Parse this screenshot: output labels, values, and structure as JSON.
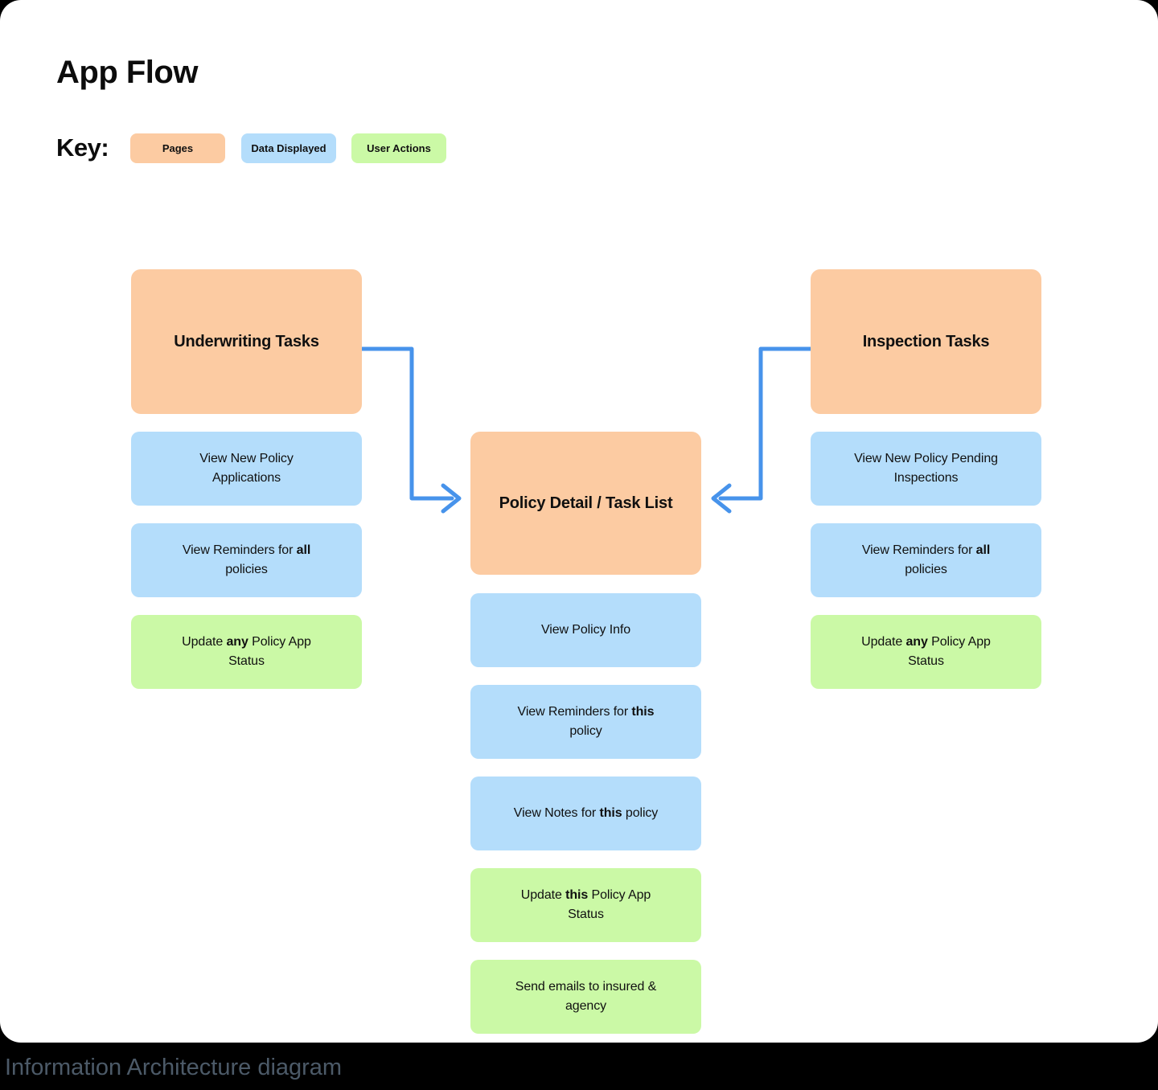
{
  "window": {
    "title": "App Flow",
    "caption": "Information Architecture diagram"
  },
  "key": {
    "label": "Key:",
    "items": [
      {
        "label": "Pages",
        "color": "#FCCBA2"
      },
      {
        "label": "Data Displayed",
        "color": "#B4DDFB"
      },
      {
        "label": "User Actions",
        "color": "#CBF9A6"
      }
    ]
  },
  "colors": {
    "pages_fill": "#FCCBA2",
    "data_fill": "#B4DDFB",
    "actions_fill": "#CBF9A6",
    "arrow": "#4793EB",
    "background": "#000000",
    "card": "#FFFFFF",
    "caption_text": "#4C5A68"
  },
  "diagram": {
    "left": {
      "title": "Underwriting Tasks",
      "items": [
        {
          "type": "data",
          "pre": "View New Policy Applications",
          "bold": "",
          "post": ""
        },
        {
          "type": "data",
          "pre": "View Reminders for ",
          "bold": "all",
          "post": " policies"
        },
        {
          "type": "action",
          "pre": "Update ",
          "bold": "any",
          "post": " Policy App Status"
        }
      ]
    },
    "center": {
      "title": "Policy Detail / Task List",
      "items": [
        {
          "type": "data",
          "pre": "View Policy Info",
          "bold": "",
          "post": ""
        },
        {
          "type": "data",
          "pre": "View Reminders for ",
          "bold": "this",
          "post": " policy"
        },
        {
          "type": "data",
          "pre": "View Notes for ",
          "bold": "this",
          "post": " policy"
        },
        {
          "type": "action",
          "pre": "Update ",
          "bold": "this",
          "post": " Policy App Status"
        },
        {
          "type": "action",
          "pre": "Send emails to insured & agency",
          "bold": "",
          "post": ""
        }
      ]
    },
    "right": {
      "title": "Inspection Tasks",
      "items": [
        {
          "type": "data",
          "pre": "View New Policy Pending Inspections",
          "bold": "",
          "post": ""
        },
        {
          "type": "data",
          "pre": "View Reminders for ",
          "bold": "all",
          "post": " policies"
        },
        {
          "type": "action",
          "pre": "Update ",
          "bold": "any",
          "post": " Policy App Status"
        }
      ]
    },
    "edges": [
      {
        "from": "Underwriting Tasks",
        "to": "Policy Detail / Task List"
      },
      {
        "from": "Inspection Tasks",
        "to": "Policy Detail / Task List"
      }
    ]
  }
}
